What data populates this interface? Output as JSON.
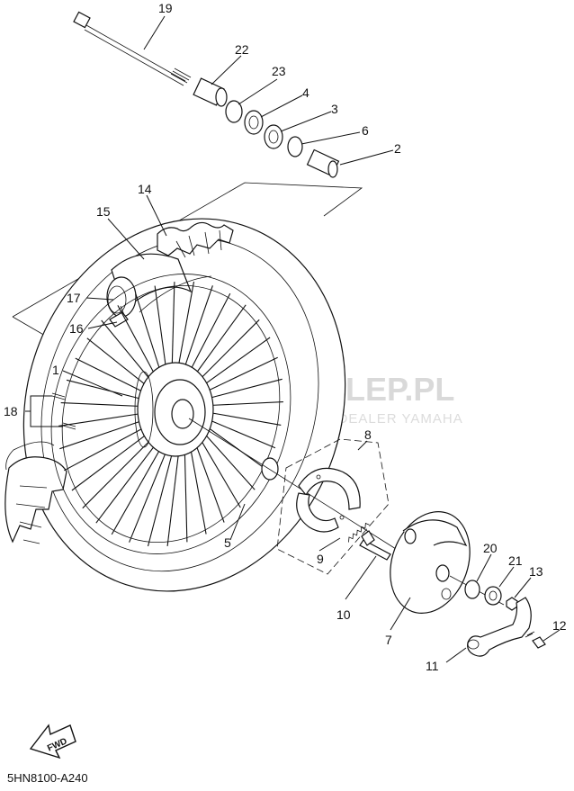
{
  "watermark": {
    "main": "MX-SKLEP.PL",
    "sub": "WICZ | DEALER YAMAHA",
    "logo_color": "#e8a0a0"
  },
  "fwd_label": "FWD",
  "diagram_code": "5HN8100-A240",
  "callouts": [
    {
      "id": "19",
      "label": "19"
    },
    {
      "id": "22",
      "label": "22"
    },
    {
      "id": "23",
      "label": "23"
    },
    {
      "id": "4",
      "label": "4"
    },
    {
      "id": "3",
      "label": "3"
    },
    {
      "id": "6",
      "label": "6"
    },
    {
      "id": "2",
      "label": "2"
    },
    {
      "id": "14",
      "label": "14"
    },
    {
      "id": "15",
      "label": "15"
    },
    {
      "id": "17",
      "label": "17"
    },
    {
      "id": "16",
      "label": "16"
    },
    {
      "id": "1",
      "label": "1"
    },
    {
      "id": "18",
      "label": "18"
    },
    {
      "id": "8",
      "label": "8"
    },
    {
      "id": "5",
      "label": "5"
    },
    {
      "id": "9",
      "label": "9"
    },
    {
      "id": "20",
      "label": "20"
    },
    {
      "id": "21",
      "label": "21"
    },
    {
      "id": "13",
      "label": "13"
    },
    {
      "id": "10",
      "label": "10"
    },
    {
      "id": "7",
      "label": "7"
    },
    {
      "id": "12",
      "label": "12"
    },
    {
      "id": "11",
      "label": "11"
    }
  ]
}
